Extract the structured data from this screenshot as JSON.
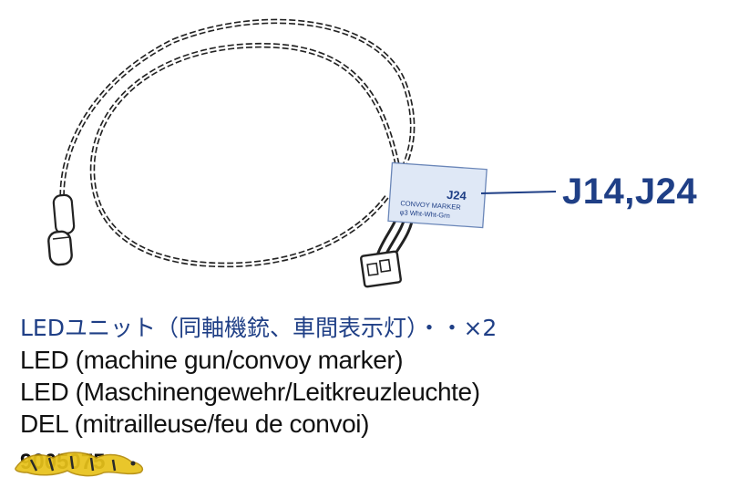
{
  "part": {
    "callout": "J14,J24",
    "tag": {
      "code": "J24",
      "line1": "CONVOY MARKER",
      "line2": "φ3 Wht-Wht-Grn"
    }
  },
  "description": {
    "jp": "LEDユニット（同軸機銃、車間表示灯）・・×2",
    "en": "LED (machine gun/convoy marker)",
    "de": "LED (Maschinengewehr/Leitkreuzleuchte)",
    "fr": "DEL (mitrailleuse/feu de convoi)"
  },
  "part_number": "9005075",
  "colors": {
    "accent": "#1f3f86",
    "tag": "#dfe8f6",
    "logo": "#e8c21a"
  },
  "icons": [
    "led-wire-illustration",
    "connector-icon",
    "tiger-logo-icon"
  ]
}
